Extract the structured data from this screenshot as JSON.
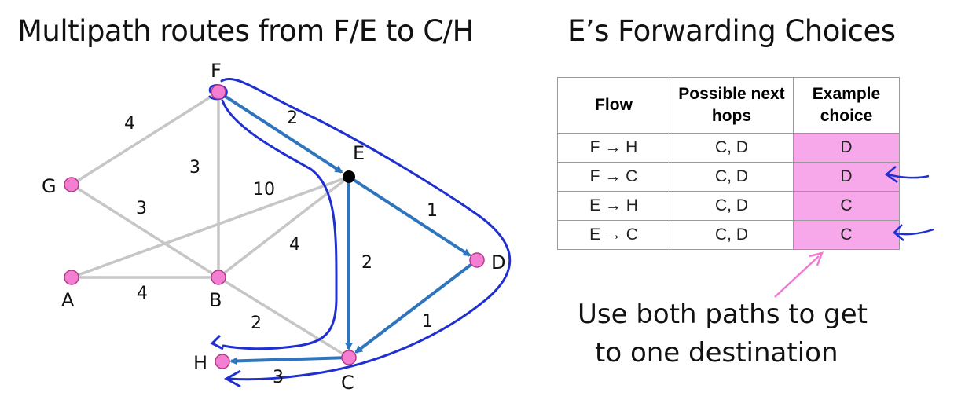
{
  "left_title": "Multipath routes from F/E to C/H",
  "right_title": "E’s Forwarding Choices",
  "nodes": [
    {
      "id": "F",
      "label": "F",
      "highlight": true
    },
    {
      "id": "G",
      "label": "G",
      "highlight": false
    },
    {
      "id": "E",
      "label": "E",
      "highlight": true
    },
    {
      "id": "A",
      "label": "A",
      "highlight": false
    },
    {
      "id": "B",
      "label": "B",
      "highlight": false
    },
    {
      "id": "D",
      "label": "D",
      "highlight": false
    },
    {
      "id": "H",
      "label": "H",
      "highlight": false
    },
    {
      "id": "C",
      "label": "C",
      "highlight": false
    }
  ],
  "edges": [
    {
      "from": "F",
      "to": "G",
      "weight": "4",
      "directed": false
    },
    {
      "from": "F",
      "to": "B",
      "weight": "3",
      "directed": false
    },
    {
      "from": "F",
      "to": "E",
      "weight": "2",
      "directed": true
    },
    {
      "from": "G",
      "to": "B",
      "weight": "3",
      "directed": false
    },
    {
      "from": "A",
      "to": "E",
      "weight": "10",
      "directed": false
    },
    {
      "from": "A",
      "to": "B",
      "weight": "4",
      "directed": false
    },
    {
      "from": "B",
      "to": "E",
      "weight": "4",
      "directed": false
    },
    {
      "from": "B",
      "to": "C",
      "weight": "2",
      "directed": false
    },
    {
      "from": "E",
      "to": "D",
      "weight": "1",
      "directed": true
    },
    {
      "from": "E",
      "to": "C",
      "weight": "2",
      "directed": true
    },
    {
      "from": "D",
      "to": "C",
      "weight": "1",
      "directed": true
    },
    {
      "from": "C",
      "to": "H",
      "weight": "3",
      "directed": true
    }
  ],
  "colors": {
    "node_fill": "#f47fd2",
    "node_stroke": "#b23a8a",
    "edge_gray": "#c6c6c6",
    "edge_blue": "#2f75bd",
    "ink_blue": "#1f2fd0",
    "pick_fill": "#f7a8ea",
    "arrow_pink": "#f27ad4"
  },
  "table": {
    "headers": [
      "Flow",
      "Possible next hops",
      "Example choice"
    ],
    "rows": [
      {
        "flow": "F → H",
        "next_hops": "C, D",
        "choice": "D"
      },
      {
        "flow": "F → C",
        "next_hops": "C, D",
        "choice": "D"
      },
      {
        "flow": "E → H",
        "next_hops": "C, D",
        "choice": "C"
      },
      {
        "flow": "E → C",
        "next_hops": "C, D",
        "choice": "C"
      }
    ]
  },
  "note": {
    "line1": "Use both paths to get",
    "line2": "to one destination"
  }
}
